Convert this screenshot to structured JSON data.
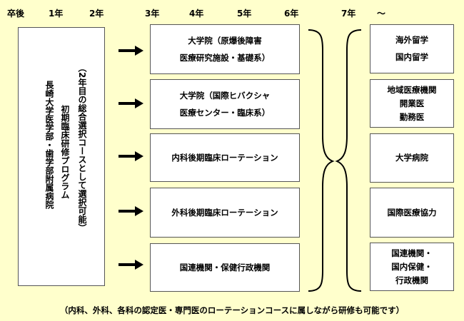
{
  "timeline": [
    "卒後",
    "1年",
    "2年",
    "3年",
    "4年",
    "5年",
    "6年",
    "7年",
    "～"
  ],
  "left_box": {
    "main": "長崎大学医学部・歯学部附属病院",
    "program": "初期臨床研修プログラム",
    "note": "（2年目の総合選択コースとして選択可能）"
  },
  "center_boxes": [
    {
      "line1": "大学院（原爆後障害",
      "line2": "医療研究施設・基礎系）"
    },
    {
      "line1": "大学院（国際ヒバクシャ",
      "line2": "医療センター・臨床系）"
    },
    {
      "line1": "内科後期臨床ローテーション"
    },
    {
      "line1": "外科後期臨床ローテーション"
    },
    {
      "line1": "国連機関・保健行政機関"
    }
  ],
  "right_boxes": [
    {
      "lines": [
        "海外留学",
        "国内留学"
      ]
    },
    {
      "lines": [
        "地域医療機関",
        "開業医",
        "勤務医"
      ]
    },
    {
      "lines": [
        "大学病院"
      ]
    },
    {
      "lines": [
        "国際医療協力"
      ]
    },
    {
      "lines": [
        "国連機関・",
        "国内保健・",
        "行政機関"
      ]
    }
  ],
  "footer": "（内科、外科、各科の認定医・専門医のローテーションコースに属しながら研修も可能です）"
}
